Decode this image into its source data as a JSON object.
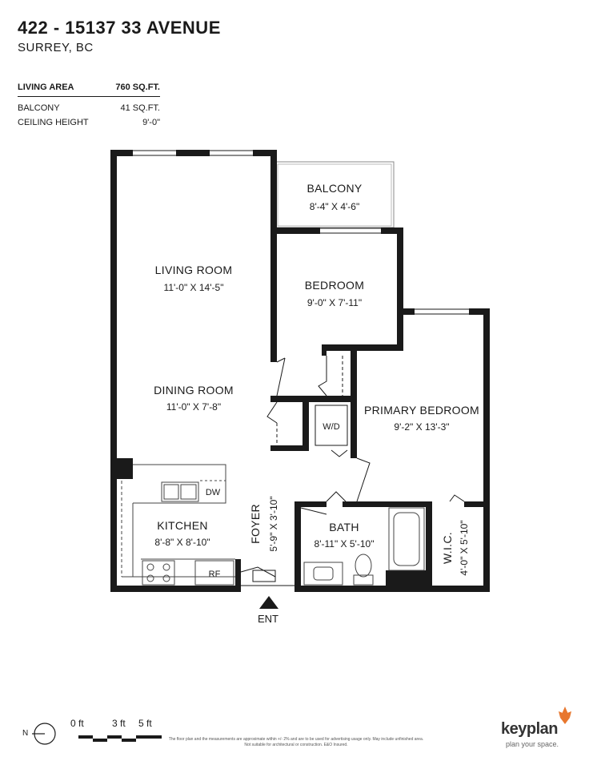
{
  "header": {
    "title": "422 - 15137 33 AVENUE",
    "subtitle": "SURREY, BC"
  },
  "stats": [
    {
      "label": "LIVING AREA",
      "value": "760 SQ.FT."
    },
    {
      "label": "BALCONY",
      "value": "41 SQ.FT."
    },
    {
      "label": "CEILING HEIGHT",
      "value": "9'-0\""
    }
  ],
  "rooms": {
    "balcony": {
      "name": "BALCONY",
      "dims": "8'-4\"  X  4'-6\""
    },
    "living": {
      "name": "LIVING ROOM",
      "dims": "11'-0\"  X  14'-5\""
    },
    "bedroom": {
      "name": "BEDROOM",
      "dims": "9'-0\"  X  7'-11\""
    },
    "dining": {
      "name": "DINING ROOM",
      "dims": "11'-0\"  X  7'-8\""
    },
    "primary": {
      "name": "PRIMARY BEDROOM",
      "dims": "9'-2\"  X  13'-3\""
    },
    "kitchen": {
      "name": "KITCHEN",
      "dims": "8'-8\"  X  8'-10\""
    },
    "foyer": {
      "name": "FOYER",
      "dims": "5'-9\"  X  3'-10\""
    },
    "bath": {
      "name": "BATH",
      "dims": "8'-11\" X 5'-10\""
    },
    "wic": {
      "name": "W.I.C.",
      "dims": "4'-0\" X 5'-10\""
    }
  },
  "fixtures": {
    "wd": "W/D",
    "dw": "DW",
    "rf": "RF"
  },
  "entrance": "ENT",
  "scale": {
    "zero": "0 ft",
    "three": "3 ft",
    "five": "5 ft"
  },
  "north": "N",
  "disclaimer": "The floor plan and the measurements are approximate within +/- 2% and are to be used for advertising usage only. May include unfinished area. Not suitable for architectural or construction. E&O Insured.",
  "brand": {
    "name": "keyplan",
    "tagline": "plan your space."
  },
  "colors": {
    "wall": "#1a1a1a",
    "accent": "#e8772e"
  }
}
